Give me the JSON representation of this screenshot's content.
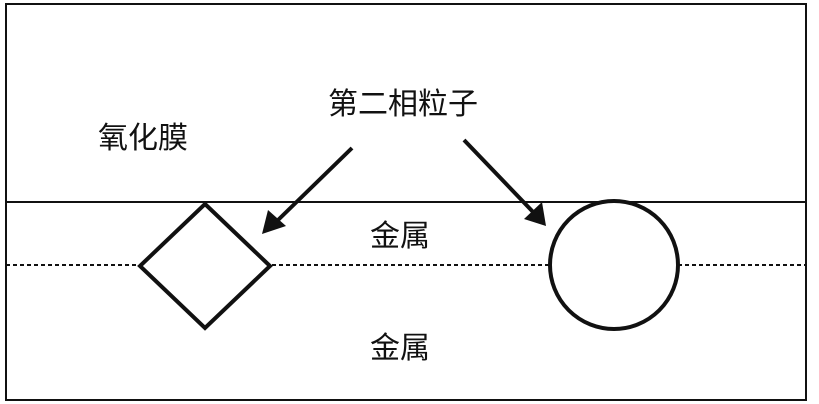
{
  "labels": {
    "oxide_film": "氧化膜",
    "second_phase_particle": "第二相粒子",
    "metal_upper": "金属",
    "metal_lower": "金属"
  },
  "colors": {
    "stroke": "#111111",
    "background": "#ffffff"
  }
}
